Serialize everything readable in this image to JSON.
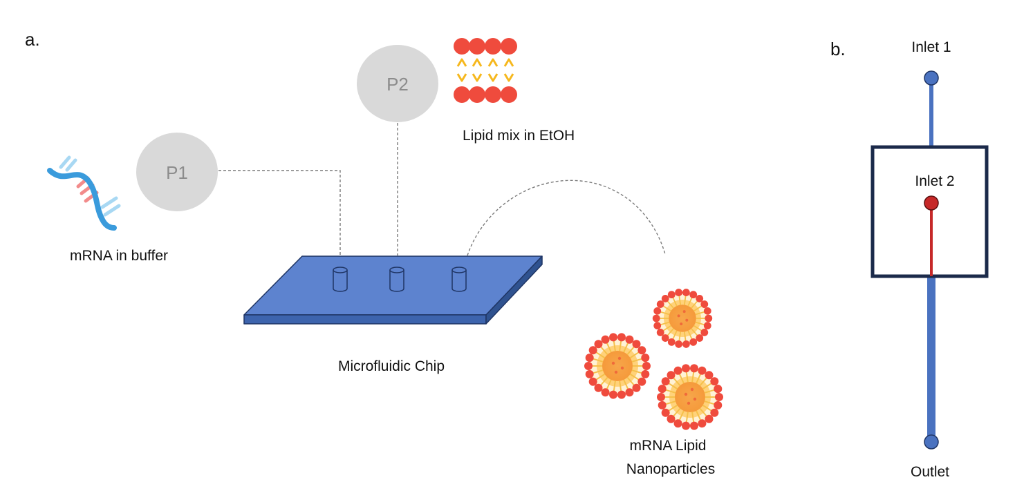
{
  "panel_a": {
    "label": "a.",
    "pump1": {
      "label": "P1"
    },
    "pump2": {
      "label": "P2"
    },
    "mrna_label": "mRNA in buffer",
    "lipid_label": "Lipid mix in EtOH",
    "chip_label": "Microfluidic Chip",
    "lnp_label_line1": "mRNA Lipid",
    "lnp_label_line2": "Nanoparticles"
  },
  "panel_b": {
    "label": "b.",
    "inlet1": "Inlet 1",
    "inlet2": "Inlet 2",
    "outlet": "Outlet"
  },
  "colors": {
    "pump_fill": "#d9d9d9",
    "pump_text": "#8c8c8c",
    "chip_top": "#4f78c4",
    "chip_edge": "#1f3564",
    "channel_blue": "#4a72c0",
    "inlet2_red": "#c62828",
    "frame": "#1b2a4a",
    "lipid_head": "#ef4b3d",
    "lipid_tail": "#f6b81e",
    "mrna_strand": "#3a9bdc",
    "mrna_bases_red": "#f28b8b",
    "mrna_bases_blue": "#a8d8f3"
  },
  "icons": [
    "mrna-strand-icon",
    "lipid-bilayer-icon",
    "lipid-nanoparticle-icon",
    "pump-icon",
    "port-icon"
  ]
}
